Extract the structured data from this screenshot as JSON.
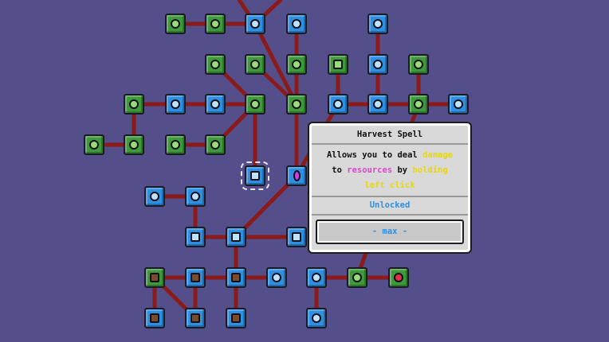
{
  "tooltip": {
    "title": "Harvest Spell",
    "line1_pre": "Allows you to deal ",
    "line1_kw": "damage",
    "line2_pre": "to ",
    "line2_kw1": "resources",
    "line2_mid": " by ",
    "line2_kw2": "holding",
    "line3_kw": "left click",
    "status": "Unlocked",
    "level": "- max -"
  },
  "colors": {
    "background": "#544f8a",
    "link": "#8b1a1a",
    "node_green": "#3f9a3c",
    "node_blue": "#2f8fe0",
    "keyword_yellow": "#e7d80a",
    "keyword_pink": "#d64ac7"
  },
  "nodes": [
    {
      "id": "n1",
      "color": "green",
      "icon": "gem-icon"
    },
    {
      "id": "n2",
      "color": "green",
      "icon": "gem-icon"
    },
    {
      "id": "n3",
      "color": "blue",
      "icon": "pickaxe-icon"
    },
    {
      "id": "n4",
      "color": "blue",
      "icon": "seed-icon"
    },
    {
      "id": "n5",
      "color": "blue",
      "icon": "orb-icon"
    },
    {
      "id": "n6",
      "color": "green",
      "icon": "gear-icon"
    },
    {
      "id": "n7",
      "color": "green",
      "icon": "gear-icon"
    },
    {
      "id": "n8",
      "color": "green",
      "icon": "seed-icon"
    },
    {
      "id": "n9",
      "color": "green",
      "icon": "book-icon"
    },
    {
      "id": "n10",
      "color": "blue",
      "icon": "orb-icon"
    },
    {
      "id": "n11",
      "color": "green",
      "icon": "sword-icon"
    },
    {
      "id": "n12",
      "color": "green",
      "icon": "wand-icon"
    },
    {
      "id": "n13",
      "color": "blue",
      "icon": "magnifier-icon"
    },
    {
      "id": "n14",
      "color": "blue",
      "icon": "target-icon"
    },
    {
      "id": "n15",
      "color": "green",
      "icon": "target-icon"
    },
    {
      "id": "n16",
      "color": "green",
      "icon": "seed-icon"
    },
    {
      "id": "n17",
      "color": "blue",
      "icon": "sword-icon"
    },
    {
      "id": "n18",
      "color": "blue",
      "icon": "magnifier-icon"
    },
    {
      "id": "n19",
      "color": "green",
      "icon": "target-icon"
    },
    {
      "id": "n20",
      "color": "blue",
      "icon": "wheelbarrow-icon"
    },
    {
      "id": "n21",
      "color": "green",
      "icon": "target-icon"
    },
    {
      "id": "n22",
      "color": "green",
      "icon": "wand-icon"
    },
    {
      "id": "n23",
      "color": "green",
      "icon": "target-icon"
    },
    {
      "id": "n24",
      "color": "green",
      "icon": "target-icon"
    },
    {
      "id": "n25",
      "color": "blue",
      "icon": "spellbook-icon"
    },
    {
      "id": "n26",
      "color": "blue",
      "icon": "portal-icon"
    },
    {
      "id": "n27",
      "color": "blue",
      "icon": "arrows-icon"
    },
    {
      "id": "n28",
      "color": "blue",
      "icon": "arrow-icon"
    },
    {
      "id": "n29",
      "color": "blue",
      "icon": "ore-icon"
    },
    {
      "id": "n30",
      "color": "blue",
      "icon": "ore-icon"
    },
    {
      "id": "n31",
      "color": "blue",
      "icon": "house-icon"
    },
    {
      "id": "n32",
      "color": "green",
      "icon": "chest-icon"
    },
    {
      "id": "n33",
      "color": "blue",
      "icon": "chest-icon"
    },
    {
      "id": "n34",
      "color": "blue",
      "icon": "chest-icon"
    },
    {
      "id": "n35",
      "color": "blue",
      "icon": "hammer-icon"
    },
    {
      "id": "n36",
      "color": "blue",
      "icon": "chest-icon"
    },
    {
      "id": "n37",
      "color": "blue",
      "icon": "upgrade-chest-icon"
    },
    {
      "id": "n38",
      "color": "blue",
      "icon": "chest-icon"
    },
    {
      "id": "n39",
      "color": "blue",
      "icon": "gamepad-icon"
    },
    {
      "id": "n40",
      "color": "green",
      "icon": "gamepad-icon"
    },
    {
      "id": "n41",
      "color": "green",
      "icon": "heart-icon"
    },
    {
      "id": "n42",
      "color": "blue",
      "icon": "gamepad-icon"
    }
  ]
}
